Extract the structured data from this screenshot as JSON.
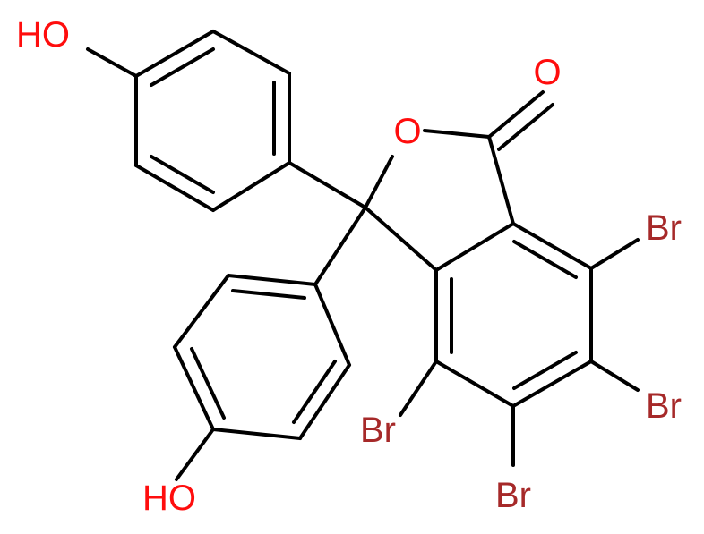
{
  "molecule": {
    "atoms": {
      "carbonyl_oxygen": "O",
      "ring_oxygen": "O",
      "hydroxyl_top": "HO",
      "hydroxyl_bottom": "HO",
      "bromine_upper_right": "Br",
      "bromine_lower_right": "Br",
      "bromine_bottom": "Br",
      "bromine_left": "Br"
    },
    "colors": {
      "bond": "#000000",
      "oxygen": "#ff0d0d",
      "bromine": "#a62929"
    }
  }
}
